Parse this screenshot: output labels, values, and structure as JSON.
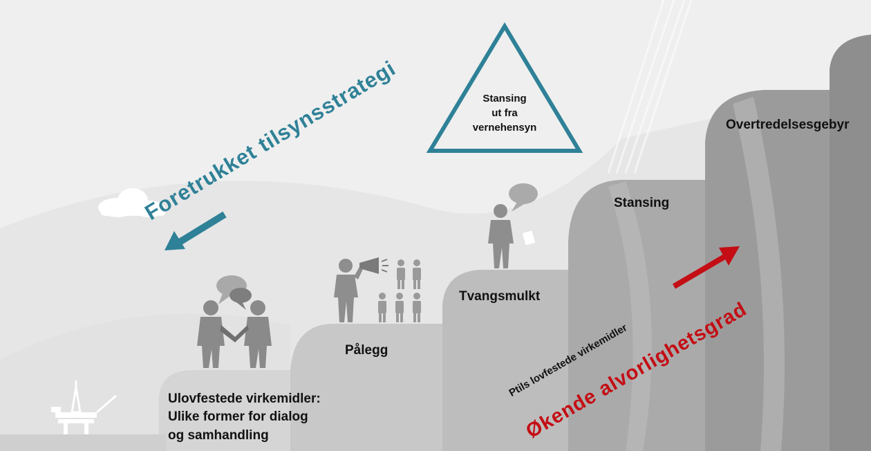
{
  "steps": {
    "unlegislated_line1": "Ulovfestede virkemidler:",
    "unlegislated_line2": "Ulike former for dialog",
    "unlegislated_line3": "og samhandling",
    "order": "Pålegg",
    "coercive_fine": "Tvangsmulkt",
    "stop": "Stansing",
    "infringement_fee": "Overtredelsesgebyr"
  },
  "triangle": {
    "line1": "Stansing",
    "line2": "ut fra",
    "line3": "vernehensyn"
  },
  "preferred_strategy": "Foretrukket tilsynsstrategi",
  "legislated_tools": "Ptils lovfestede virkemidler",
  "increasing_severity": "Økende alvorlighetsgrad",
  "colors": {
    "teal": "#2f8197",
    "red": "#c40d14",
    "background": "#efefef"
  }
}
